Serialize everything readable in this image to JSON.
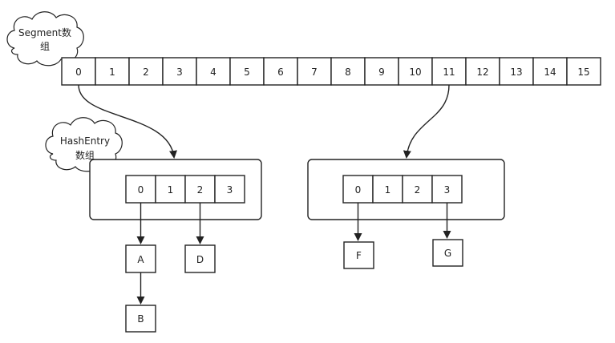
{
  "clouds": {
    "segment": {
      "line1": "Segment数",
      "line2": "组"
    },
    "hashentry": {
      "line1": "HashEntry",
      "line2": "数组"
    }
  },
  "segment_array": {
    "indices": [
      "0",
      "1",
      "2",
      "3",
      "4",
      "5",
      "6",
      "7",
      "8",
      "9",
      "10",
      "11",
      "12",
      "13",
      "14",
      "15"
    ]
  },
  "hashentry_left": {
    "indices": [
      "0",
      "1",
      "2",
      "3"
    ]
  },
  "hashentry_right": {
    "indices": [
      "0",
      "1",
      "2",
      "3"
    ]
  },
  "nodes": {
    "A": "A",
    "B": "B",
    "D": "D",
    "F": "F",
    "G": "G"
  }
}
